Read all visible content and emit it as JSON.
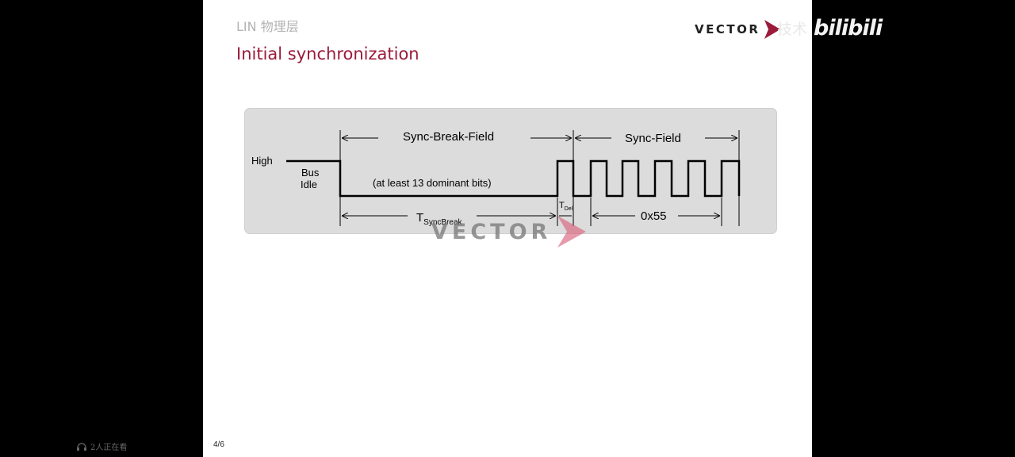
{
  "slide": {
    "breadcrumb": "LIN 物理层",
    "title": "Initial synchronization",
    "logo_text": "VECTOR",
    "page_indicator": "4/6"
  },
  "diagram": {
    "level_label": "High",
    "idle_label_line1": "Bus",
    "idle_label_line2": "Idle",
    "sync_break_label": "Sync-Break-Field",
    "sync_field_label": "Sync-Field",
    "dominant_note": "(at least 13 dominant bits)",
    "t_syncbreak_main": "T",
    "t_syncbreak_sub": "SyncBreak",
    "t_del_main": "T",
    "t_del_sub": "Del",
    "sync_value": "0x55"
  },
  "overlay": {
    "watermark_logo_text": "VECTOR",
    "channel_text": "技术",
    "platform_logo": "bilibili",
    "viewer_count": "2人正在看"
  },
  "colors": {
    "brand_red": "#9b1b3a",
    "arrow_pink": "#d9607a",
    "diagram_bg": "#dcdcdc"
  }
}
